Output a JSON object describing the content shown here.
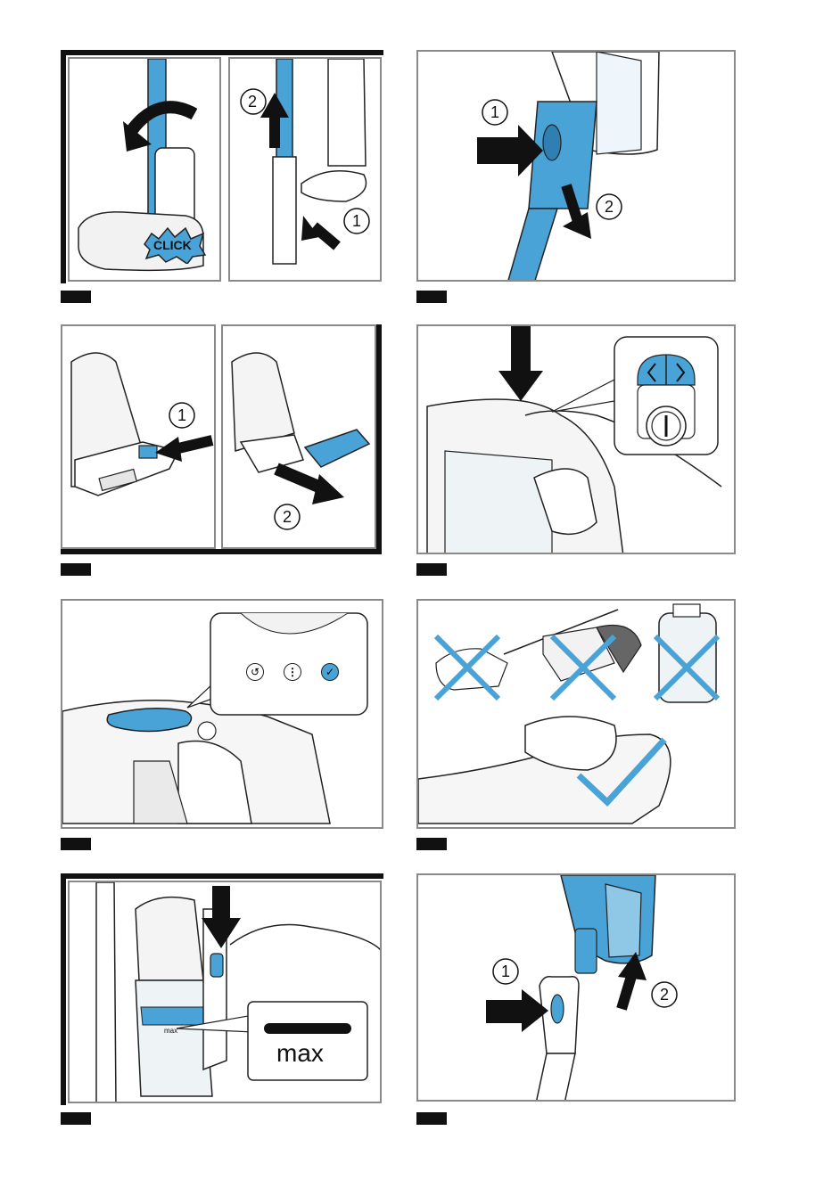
{
  "colors": {
    "accent": "#4aa3d6",
    "accent_dark": "#2f7fb3",
    "ink": "#111111",
    "frame": "#8a8a8a"
  },
  "labels": {
    "click": "CLICK",
    "step1": "1",
    "step2": "2",
    "max": "max",
    "max_small": "max"
  },
  "icons": [
    "back-icon",
    "more-icon",
    "check-icon",
    "cross-icon",
    "checkmark-icon",
    "arrow-icon"
  ]
}
